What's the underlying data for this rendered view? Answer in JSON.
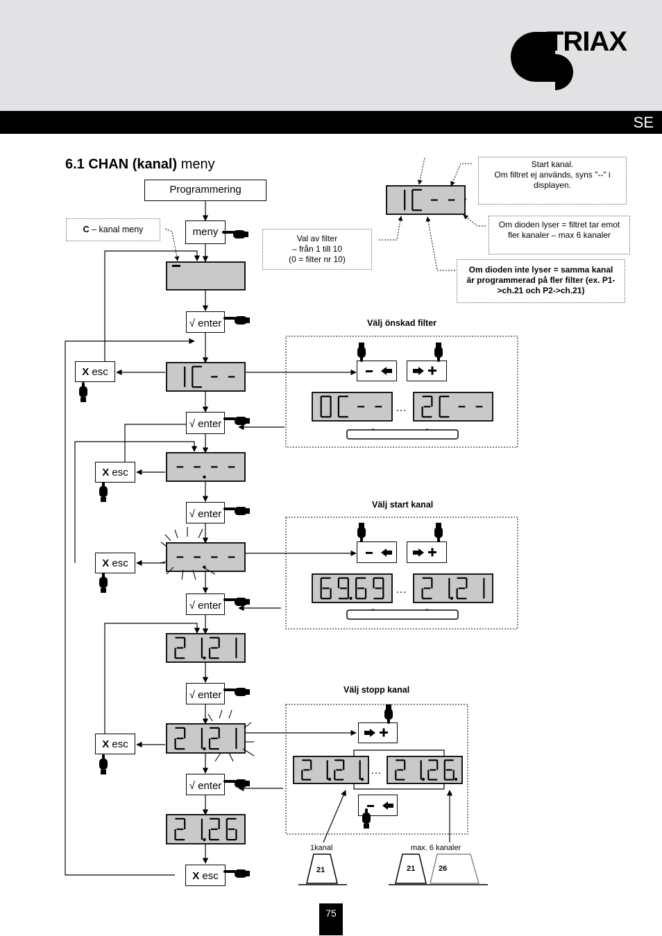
{
  "header": {
    "brand": "TRIAX",
    "language": "SE"
  },
  "title": {
    "bold": "6.1 CHAN (kanal)",
    "rest": " meny"
  },
  "flow": {
    "programmering": "Programmering",
    "meny": "meny",
    "enter": "√ enter",
    "esc_x": "X",
    "esc": " esc",
    "c_note_bold": "C",
    "c_note_rest": " – kanal meny"
  },
  "notes": {
    "filter_select": "Val av filter\n– från 1 till 10\n(0 = filter nr 10)",
    "start_channel": "Start kanal.\nOm filtret ej används, syns \"--\" i displayen.",
    "diode_on": "Om dioden lyser = filtret tar emot fler kanaler – max 6 kanaler",
    "diode_off": "Om dioden inte lyser = samma kanal är programmerad på fler filter (ex. P1->ch.21 och P2->ch.21)"
  },
  "panels": {
    "filter_title": "Välj önskad filter",
    "start_title": "Välj start kanal",
    "stop_title": "Välj stopp kanal",
    "ellipsis": "…",
    "one_channel": "1kanal",
    "max_channels": "max. 6 kanaler",
    "ch_a": "21",
    "ch_b": "21",
    "ch_c": "26"
  },
  "page_number": "75",
  "colors": {
    "lcd": "#c9c9c9",
    "header_band": "#e2e2e4"
  }
}
